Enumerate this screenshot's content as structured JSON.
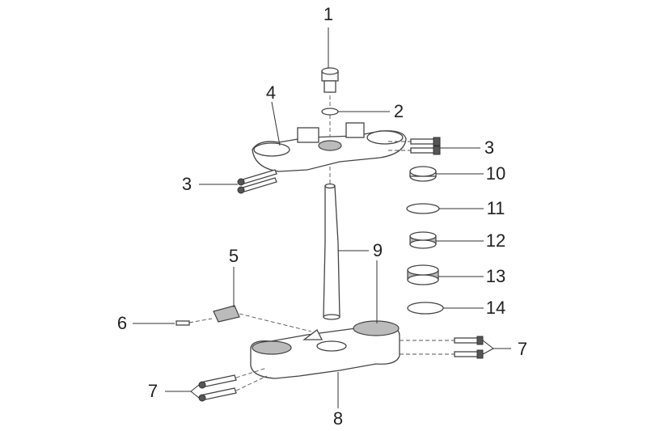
{
  "diagram": {
    "title": "Triple clamp exploded view",
    "callouts": [
      {
        "id": "c1",
        "label": "1",
        "part": "bolt"
      },
      {
        "id": "c2",
        "label": "2",
        "part": "washer"
      },
      {
        "id": "c3r",
        "label": "3",
        "part": "clamp-bolts-upper-right"
      },
      {
        "id": "c3l",
        "label": "3",
        "part": "clamp-bolts-upper-left"
      },
      {
        "id": "c4",
        "label": "4",
        "part": "upper-triple-clamp"
      },
      {
        "id": "c5",
        "label": "5",
        "part": "brake-hose-guide"
      },
      {
        "id": "c6",
        "label": "6",
        "part": "screw"
      },
      {
        "id": "c7r",
        "label": "7",
        "part": "clamp-bolts-lower-right"
      },
      {
        "id": "c7l",
        "label": "7",
        "part": "clamp-bolts-lower-left"
      },
      {
        "id": "c8",
        "label": "8",
        "part": "lower-triple-clamp"
      },
      {
        "id": "c9",
        "label": "9",
        "part": "steering-stem"
      },
      {
        "id": "c10",
        "label": "10",
        "part": "steering-nut"
      },
      {
        "id": "c11",
        "label": "11",
        "part": "seal-upper"
      },
      {
        "id": "c12",
        "label": "12",
        "part": "bearing-upper"
      },
      {
        "id": "c13",
        "label": "13",
        "part": "bearing-lower"
      },
      {
        "id": "c14",
        "label": "14",
        "part": "seal-lower"
      }
    ]
  }
}
